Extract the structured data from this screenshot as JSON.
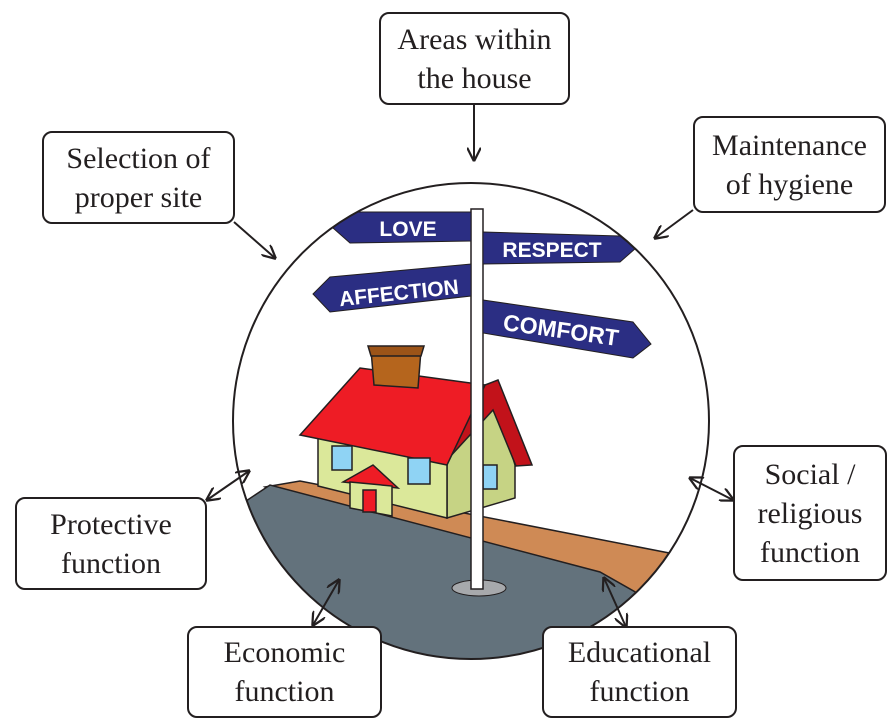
{
  "center": {
    "signs": [
      "LOVE",
      "RESPECT",
      "AFFECTION",
      "COMFORT"
    ]
  },
  "boxes": {
    "areas": [
      "Areas within",
      "the house"
    ],
    "maintenance": [
      "Maintenance",
      "of hygiene"
    ],
    "selection": [
      "Selection of",
      "proper site"
    ],
    "social": [
      "Social /",
      "religious",
      "function"
    ],
    "protective": [
      "Protective",
      "function"
    ],
    "economic": [
      "Economic",
      "function"
    ],
    "educational": [
      "Educational",
      "function"
    ]
  },
  "colors": {
    "sign": "#2b2e83",
    "roof": "#ee1c25",
    "wall": "#dbe89a",
    "road": "#63727c",
    "ground": "#cf8a55",
    "chimney": "#b5651d"
  }
}
